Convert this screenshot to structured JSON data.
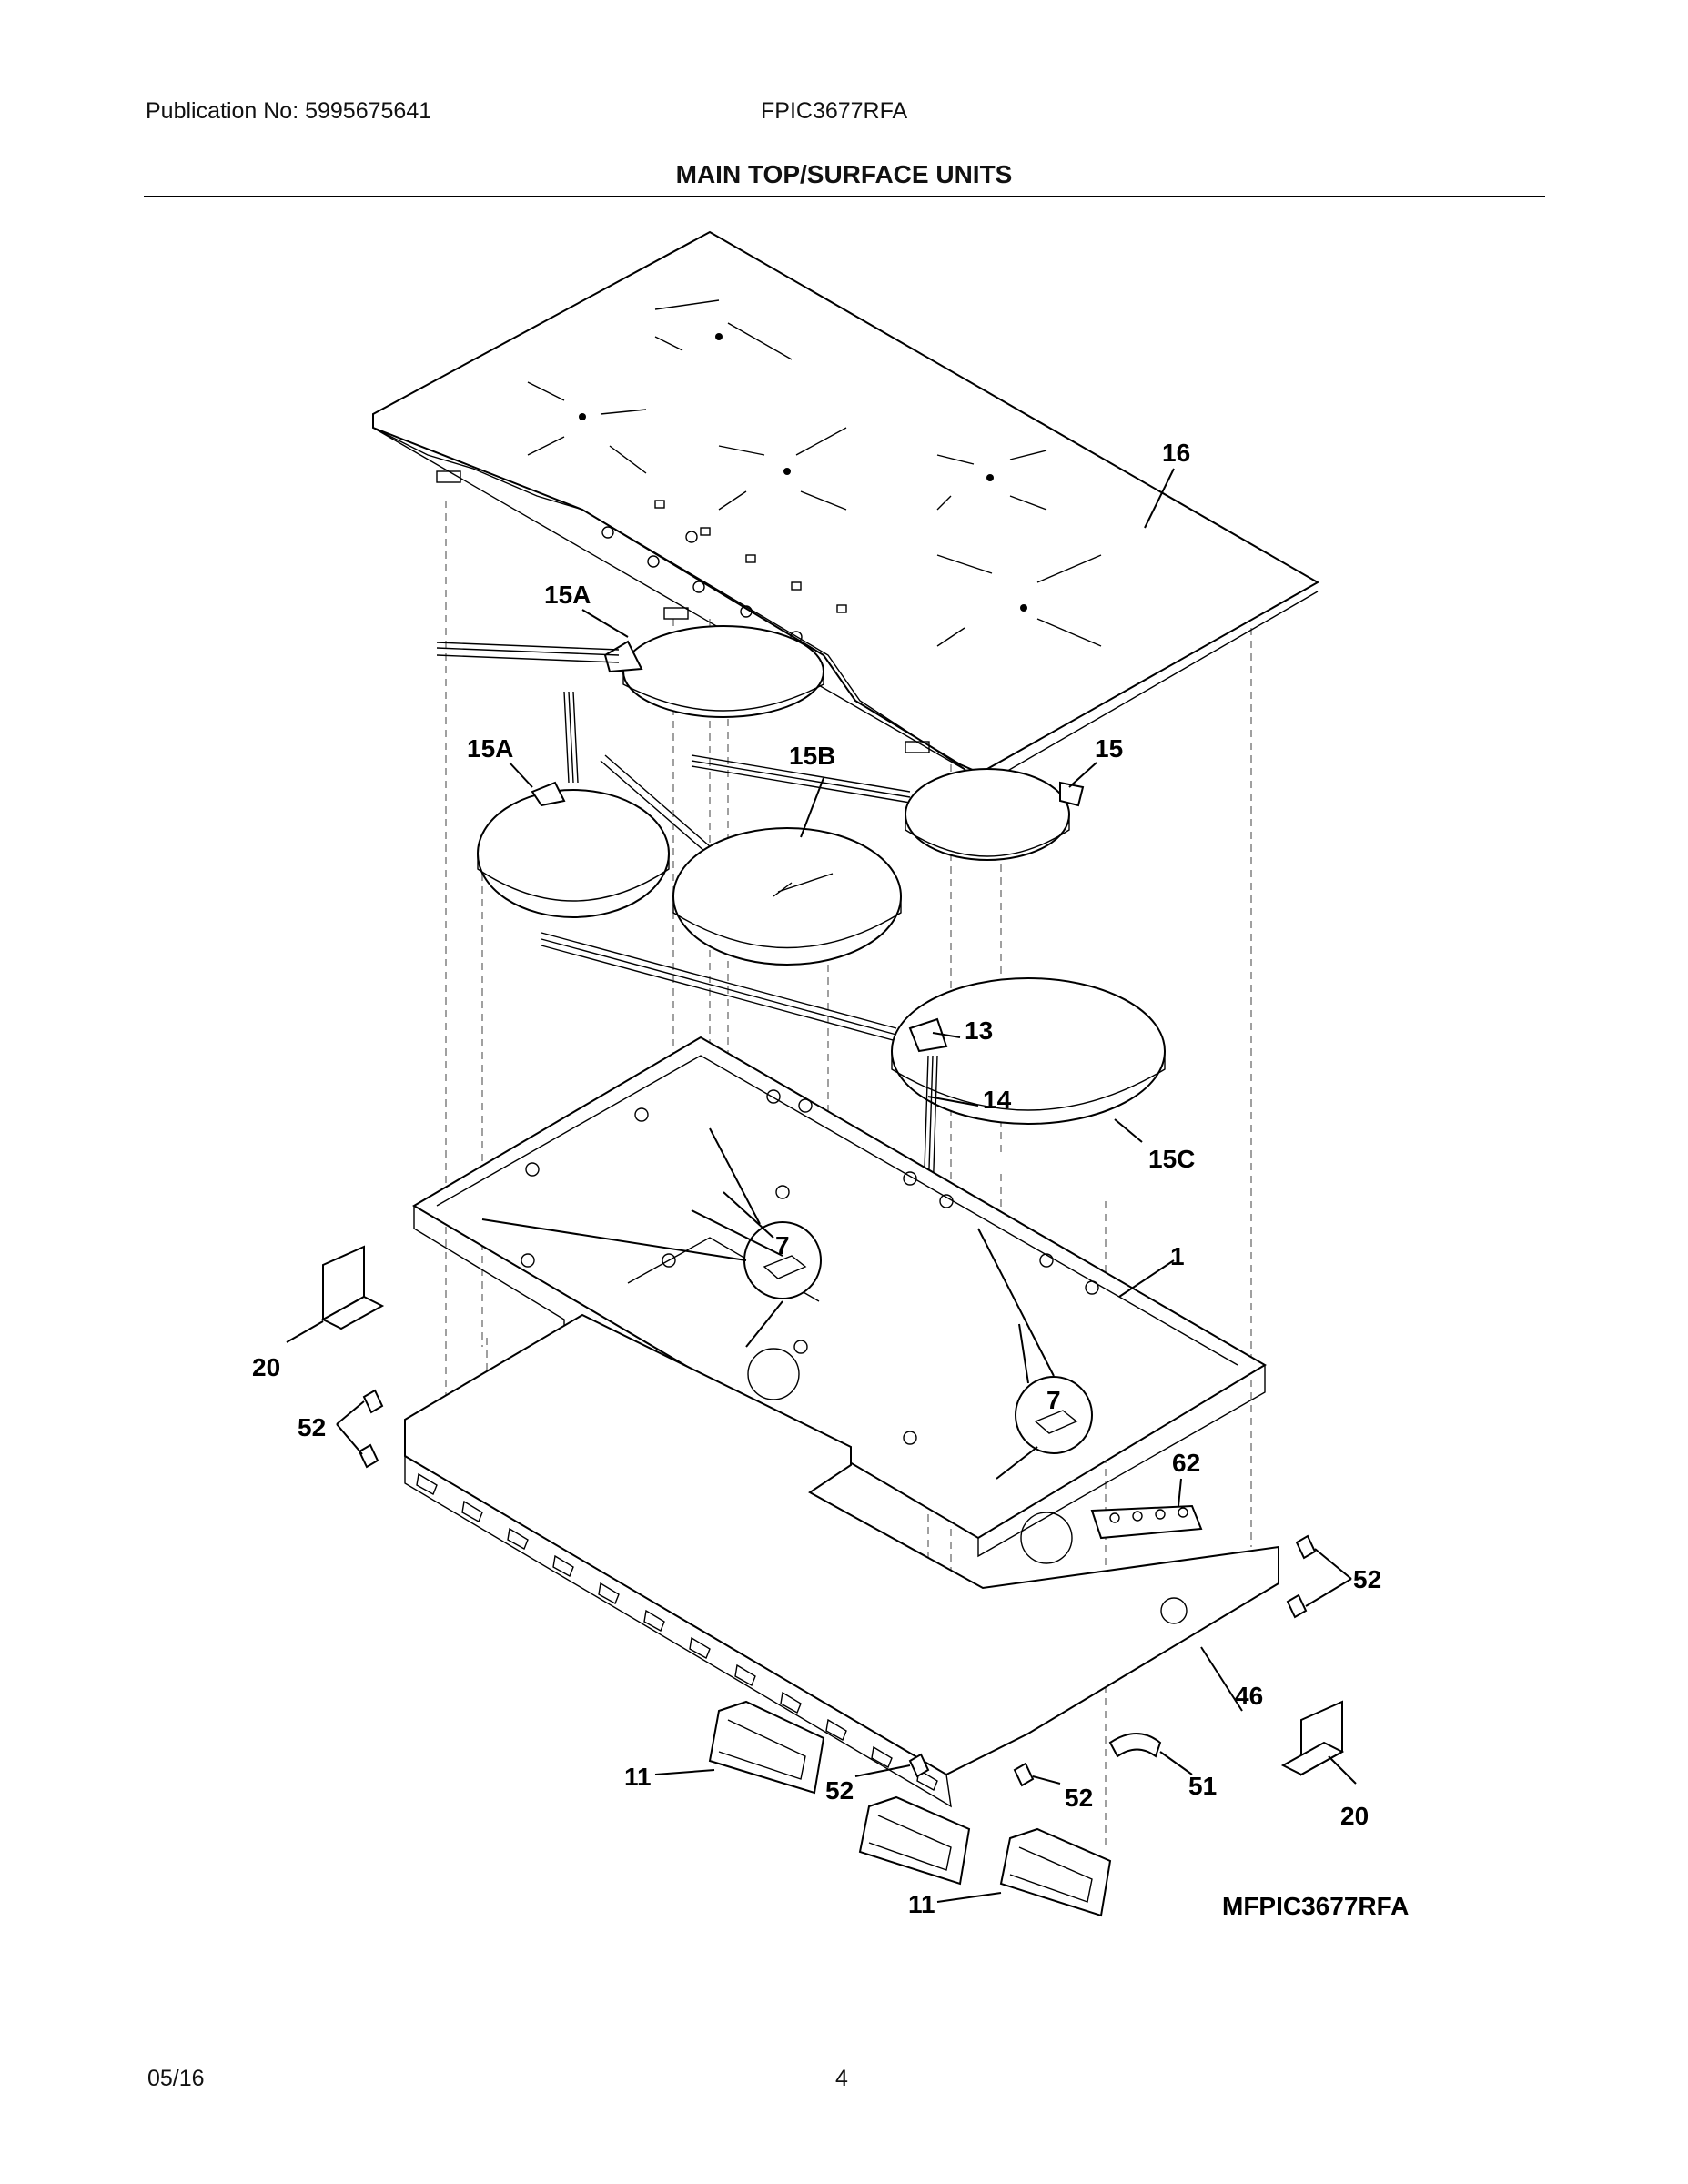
{
  "header": {
    "publication": "Publication No: 5995675641",
    "model": "FPIC3677RFA",
    "title": "MAIN TOP/SURFACE UNITS"
  },
  "footer": {
    "date": "05/16",
    "page": "4"
  },
  "diagram": {
    "id": "MFPIC3677RFA",
    "callouts": {
      "c16": "16",
      "c15a_top": "15A",
      "c15a_left": "15A",
      "c15b": "15B",
      "c15": "15",
      "c13": "13",
      "c14": "14",
      "c15c": "15C",
      "c7_left": "7",
      "c7_right": "7",
      "c1": "1",
      "c20_left": "20",
      "c52_left": "52",
      "c62": "62",
      "c52_right": "52",
      "c46": "46",
      "c11_left": "11",
      "c52_bottom_mid": "52",
      "c52_bottom_right": "52",
      "c51": "51",
      "c20_right": "20",
      "c11_bottom": "11"
    }
  }
}
